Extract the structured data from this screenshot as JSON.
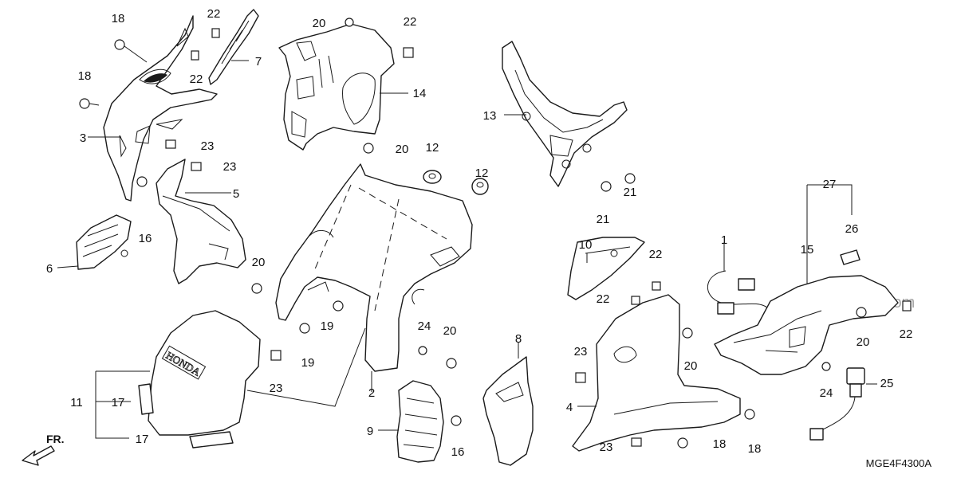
{
  "diagram": {
    "reference_code": "MGE4F4300A",
    "watermark": "Partzilla.com",
    "emblem_text": "HONDA",
    "direction_label": "FR.",
    "callouts": {
      "c18a": "18",
      "c22a": "22",
      "c7": "7",
      "c18b": "18",
      "c22b": "22",
      "c3": "3",
      "c23a": "23",
      "c23b": "23",
      "c5": "5",
      "c16a": "16",
      "c6": "6",
      "c20a": "20",
      "c22c": "22",
      "c14": "14",
      "c20b": "20",
      "c12a": "12",
      "c12b": "12",
      "c13": "13",
      "c21a": "21",
      "c21b": "21",
      "c27": "27",
      "c26": "26",
      "c15": "15",
      "c1": "1",
      "c10": "10",
      "c22d": "22",
      "c22e": "22",
      "c22f": "22",
      "c20c": "20",
      "c20d": "20",
      "c19a": "19",
      "c19b": "19",
      "c24a": "24",
      "c20e": "20",
      "c8": "8",
      "c11": "11",
      "c17a": "17",
      "c17b": "17",
      "c23c": "23",
      "c2": "2",
      "c9": "9",
      "c16b": "16",
      "c23d": "23",
      "c4": "4",
      "c23e": "23",
      "c18c": "18",
      "c18d": "18",
      "c24b": "24",
      "c25": "25"
    }
  }
}
